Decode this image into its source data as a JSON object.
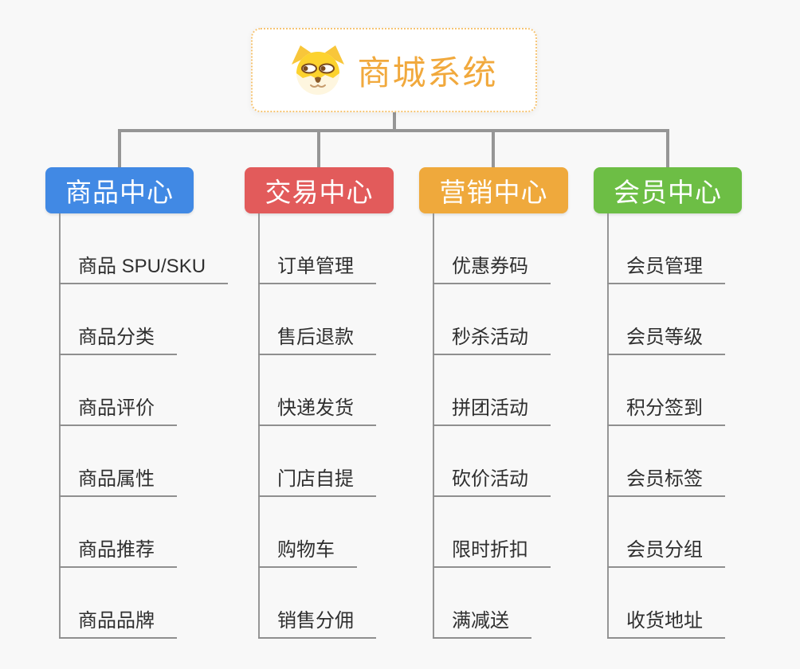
{
  "root": {
    "title": "商城系统",
    "icon": "dog-face-icon"
  },
  "branches": [
    {
      "label": "商品中心",
      "color": "#4189e4",
      "items": [
        "商品 SPU/SKU",
        "商品分类",
        "商品评价",
        "商品属性",
        "商品推荐",
        "商品品牌"
      ]
    },
    {
      "label": "交易中心",
      "color": "#e25b5b",
      "items": [
        "订单管理",
        "售后退款",
        "快递发货",
        "门店自提",
        "购物车",
        "销售分佣"
      ]
    },
    {
      "label": "营销中心",
      "color": "#efa93c",
      "items": [
        "优惠券码",
        "秒杀活动",
        "拼团活动",
        "砍价活动",
        "限时折扣",
        "满减送"
      ]
    },
    {
      "label": "会员中心",
      "color": "#6dbe45",
      "items": [
        "会员管理",
        "会员等级",
        "积分签到",
        "会员标签",
        "会员分组",
        "收货地址"
      ]
    }
  ],
  "colors": {
    "background": "#f8f8f8",
    "connector": "#969696",
    "leaf_underline": "#8f8f8f",
    "leaf_text": "#2f2f2f",
    "root_title_text": "#f1a93d",
    "root_border": "#f6c474"
  }
}
